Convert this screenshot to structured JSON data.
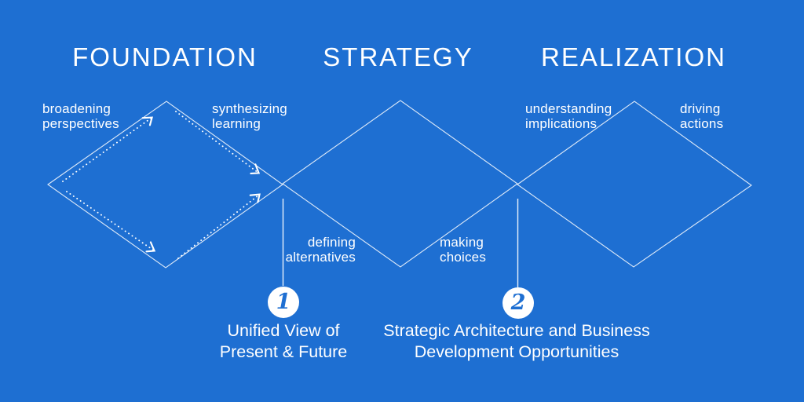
{
  "phases": {
    "foundation": "FOUNDATION",
    "strategy": "STRATEGY",
    "realization": "REALIZATION"
  },
  "stage_labels": {
    "broadening": "broadening\nperspectives",
    "synthesizing": "synthesizing\nlearning",
    "defining": "defining\nalternatives",
    "making": "making\nchoices",
    "understanding": "understanding\nimplications",
    "driving": "driving\nactions"
  },
  "milestones": [
    {
      "number": "1",
      "caption": "Unified View of\nPresent & Future"
    },
    {
      "number": "2",
      "caption": "Strategic Architecture and Business\nDevelopment Opportunities"
    }
  ],
  "colors": {
    "background": "#1e6fd2",
    "text": "#ffffff",
    "line": "#ffffff",
    "milestone_circle_fill": "#ffffff",
    "milestone_number": "#1e6fd2"
  }
}
